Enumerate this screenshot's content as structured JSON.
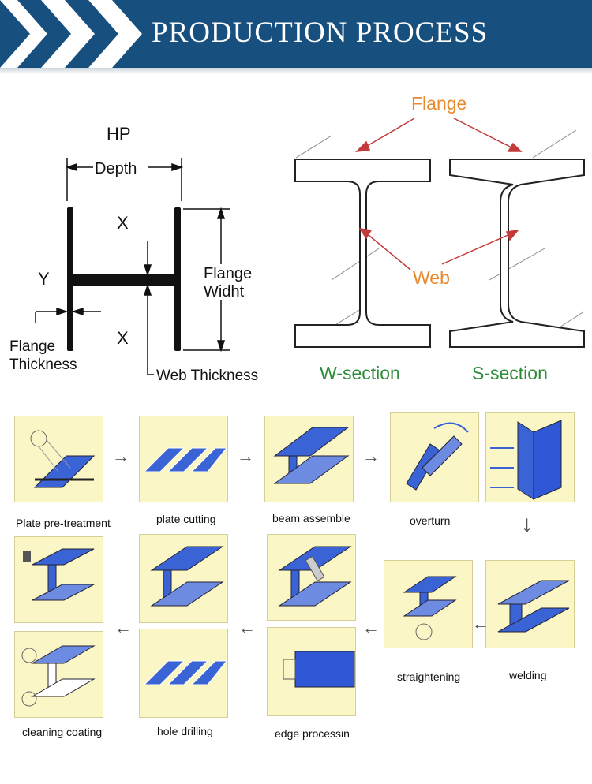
{
  "header": {
    "title": "PRODUCTION PROCESS"
  },
  "hp_diagram": {
    "title": "HP",
    "depth": "Depth",
    "x_top": "X",
    "x_bottom": "X",
    "y": "Y",
    "flange_width": [
      "Flange",
      "Widht"
    ],
    "flange_thickness": [
      "Flange",
      "Thickness"
    ],
    "web_thickness": "Web Thickness"
  },
  "sections_diagram": {
    "flange": "Flange",
    "web": "Web",
    "w_section": "W-section",
    "s_section": "S-section"
  },
  "steps": [
    {
      "label": "Plate pre-treatment"
    },
    {
      "label": "plate cutting"
    },
    {
      "label": "beam assemble"
    },
    {
      "label": "overturn"
    },
    {
      "label": "welding"
    },
    {
      "label": "straightening"
    },
    {
      "label": "edge processin"
    },
    {
      "label": "hole drilling"
    },
    {
      "label": "cleaning coating"
    }
  ],
  "colors": {
    "header": "#174f7e",
    "orange": "#e8892e",
    "green": "#2e8b3a",
    "tile": "#fbf6c6",
    "beam": "#2f57d6"
  }
}
